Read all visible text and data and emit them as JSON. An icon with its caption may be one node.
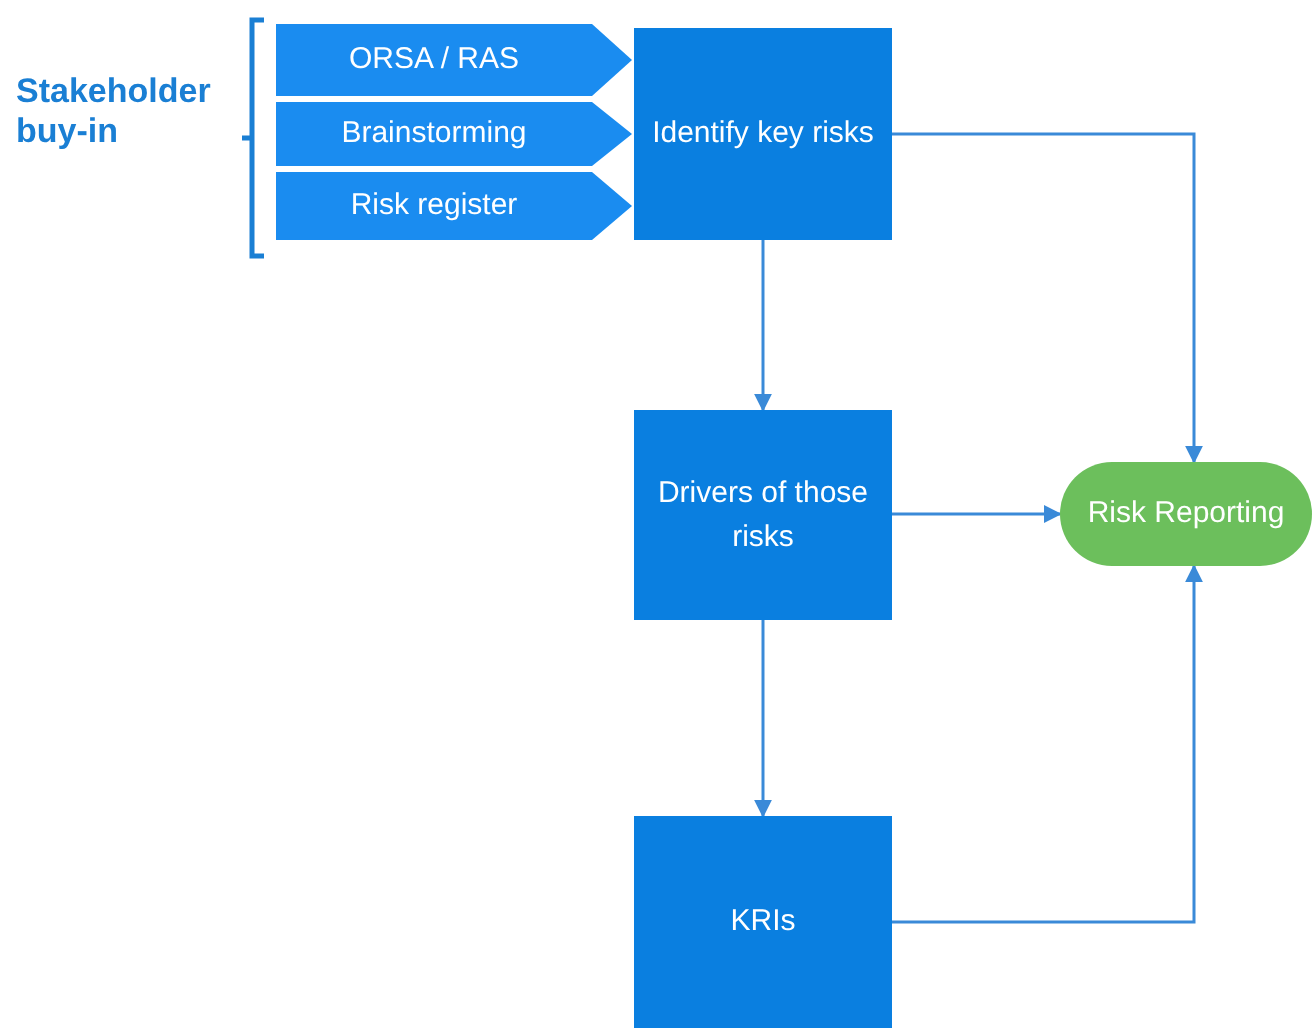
{
  "diagram": {
    "nodes": [
      {
        "text": [
          "ORSA / RAS"
        ]
      },
      {
        "text": [
          "Brainstorming"
        ]
      },
      {
        "text": [
          "Risk register"
        ]
      },
      {
        "text": [
          "Identify key risks"
        ]
      },
      {
        "text": [
          "Drivers of those risks"
        ]
      },
      {
        "text": [
          "Risk Reporting"
        ]
      },
      {
        "text": [
          "KRIs"
        ]
      }
    ],
    "edges": [
      {
        "from": 3,
        "to": 4,
        "arrow": "to"
      },
      {
        "from": 3,
        "to": 5,
        "arrow": "to"
      },
      {
        "from": 4,
        "to": 5,
        "arrow": "to"
      },
      {
        "from": 4,
        "to": 6,
        "arrow": "to"
      },
      {
        "from": 6,
        "to": 5,
        "arrow": "to"
      }
    ],
    "labels": [
      "Stakeholder buy-in"
    ]
  }
}
